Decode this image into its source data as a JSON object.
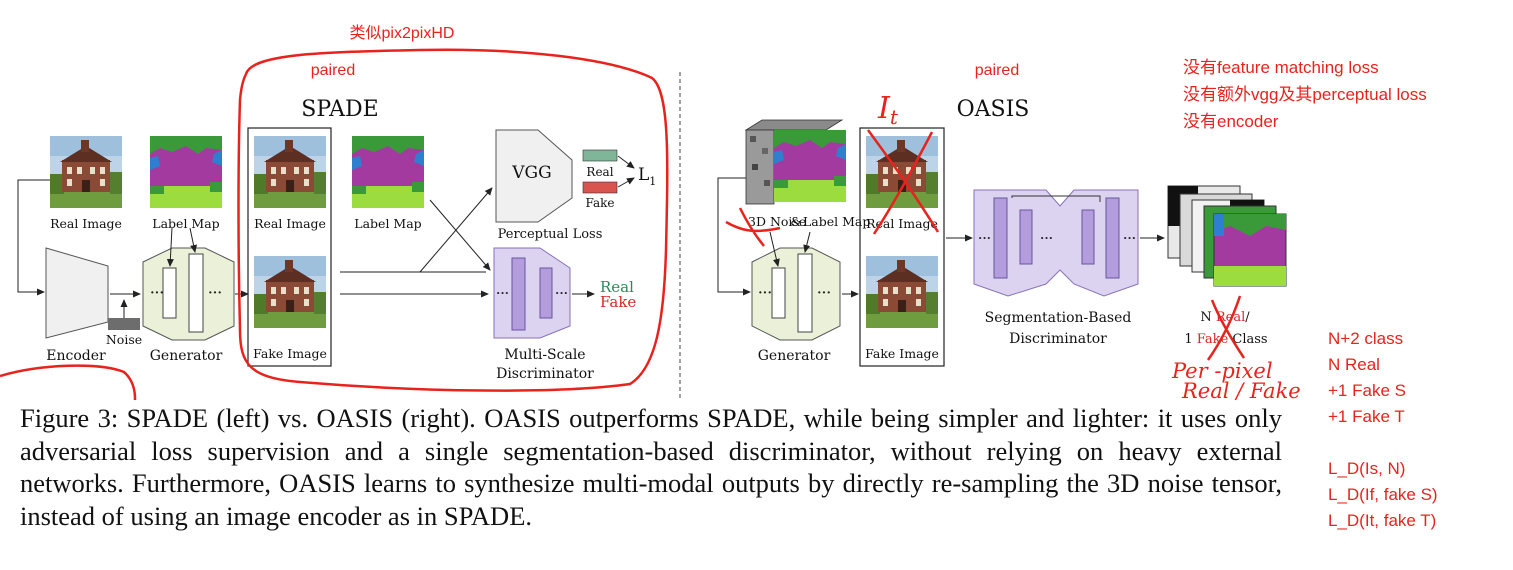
{
  "spade": {
    "title": "SPADE",
    "paired_note": "paired",
    "like_note": "类似pix2pixHD",
    "real_image": "Real Image",
    "label_map": "Label Map",
    "encoder": "Encoder",
    "noise": "Noise",
    "generator": "Generator",
    "box_real_image": "Real Image",
    "box_label_map": "Label Map",
    "fake_image": "Fake Image",
    "vgg": "VGG",
    "perceptual_loss": "Perceptual Loss",
    "legend_real": "Real",
    "legend_fake": "Fake",
    "l1": "L",
    "l1_sub": "1",
    "disc_line1": "Multi-Scale",
    "disc_line2": "Discriminator",
    "out_real": "Real",
    "out_fake": "Fake"
  },
  "oasis": {
    "title": "OASIS",
    "paired_note": "paired",
    "noise_label": "3D Noise",
    "amp": "&",
    "label_map": "Label Map",
    "generator": "Generator",
    "real_image": "Real Image",
    "fake_image": "Fake Image",
    "disc_line1": "Segmentation-Based",
    "disc_line2": "Discriminator",
    "class_line1_a": "N ",
    "class_line1_b": "Real",
    "class_line1_c": "/",
    "class_line2_a": "1 ",
    "class_line2_b": "Fake",
    "class_line2_c": " Class",
    "it_note": "I",
    "it_sub": "t",
    "per_pixel_1": "Per -pixel",
    "per_pixel_2": "Real / Fake"
  },
  "notes_top_right": [
    "没有feature matching loss",
    "没有额外vgg及其perceptual loss",
    "没有encoder"
  ],
  "notes_right": [
    "N+2 class",
    "N Real",
    "+1 Fake S",
    "+1 Fake T",
    "",
    "L_D(Is, N)",
    "L_D(If, fake S)",
    "L_D(It, fake T)"
  ],
  "caption": "Figure 3:  SPADE (left) vs.  OASIS (right).  OASIS outperforms SPADE, while being simpler and lighter: it uses only adversarial loss supervision and a single segmentation-based discriminator, without relying on heavy external networks. Furthermore, OASIS learns to synthesize multi-modal outputs by directly re-sampling the 3D noise tensor, instead of using an image encoder as in SPADE.",
  "colors": {
    "annotation_red": "#e8231e",
    "real_green": "#2e8b57",
    "fake_red": "#d62728",
    "generator_fill": "#eaf1d8",
    "discriminator_fill": "#dcd3f0",
    "discriminator_inner": "#b49ddc"
  }
}
